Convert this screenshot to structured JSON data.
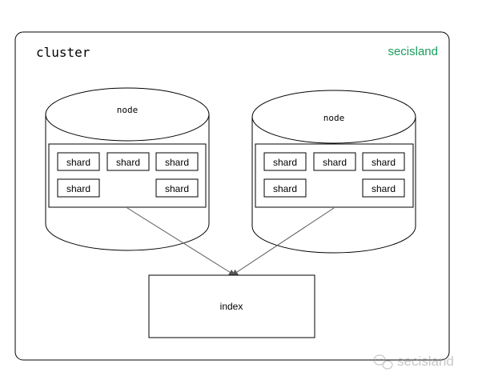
{
  "cluster": {
    "label": "cluster",
    "brand": "secisland",
    "brand_color": "#1a9e5c"
  },
  "nodes": [
    {
      "label": "node",
      "shards": [
        "shard",
        "shard",
        "shard",
        "shard",
        "shard"
      ]
    },
    {
      "label": "node",
      "shards": [
        "shard",
        "shard",
        "shard",
        "shard",
        "shard"
      ]
    }
  ],
  "index": {
    "label": "index"
  },
  "watermark": {
    "text": "secisland",
    "icon": "wechat-icon"
  }
}
